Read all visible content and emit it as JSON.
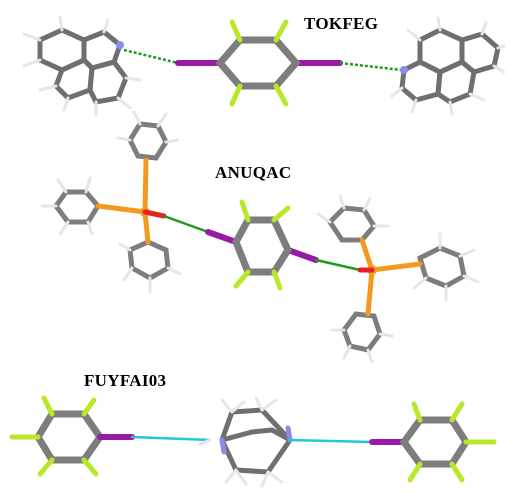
{
  "labels": {
    "structure_1": "TOKFEG",
    "structure_2": "ANUQAC",
    "structure_3": "FUYFAI03"
  },
  "colors": {
    "carbon": "#7d7d7d",
    "hydrogen": "#e6e6e6",
    "fluorine": "#b8e82a",
    "iodine": "#9a1aa8",
    "nitrogen": "#8b8be8",
    "oxygen": "#e82020",
    "phosphorus": "#f39a1e",
    "halogen_bond_green": "#1f9a1f",
    "halogen_bond_cyan": "#22c8d8"
  }
}
